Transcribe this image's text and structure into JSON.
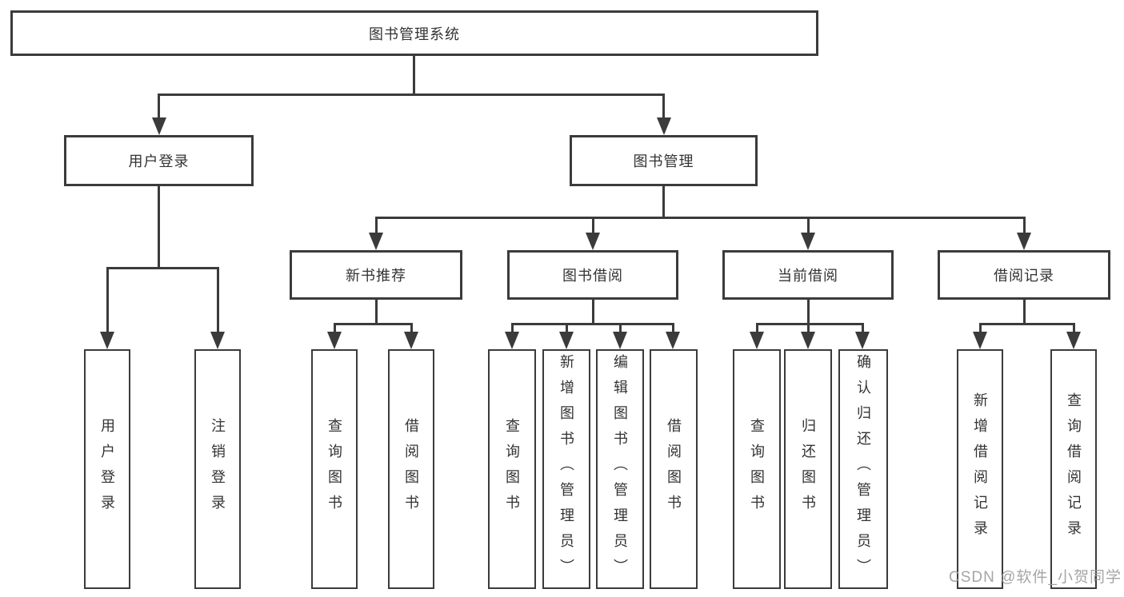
{
  "diagram": {
    "title": "图书管理系统",
    "type": "hierarchy-tree",
    "colors": {
      "background": "#ffffff",
      "line": "#3b3b3b",
      "box_border": "#3b3b3b",
      "box_fill": "#ffffff",
      "text": "#333333",
      "watermark": "#9c9c9c"
    },
    "watermark": "CSDN @软件_小贺同学",
    "nodes": {
      "root": {
        "label": "图书管理系统"
      },
      "user_login": {
        "label": "用户登录"
      },
      "book_mgmt": {
        "label": "图书管理"
      },
      "new_book_rec": {
        "label": "新书推荐"
      },
      "book_borrow": {
        "label": "图书借阅"
      },
      "current_borrow": {
        "label": "当前借阅"
      },
      "borrow_record": {
        "label": "借阅记录"
      },
      "leaf_user_login": {
        "label": "用户登录"
      },
      "leaf_logout": {
        "label": "注销登录"
      },
      "leaf_rec_query": {
        "label": "查询图书"
      },
      "leaf_rec_borrow": {
        "label": "借阅图书"
      },
      "leaf_bb_query": {
        "label": "查询图书"
      },
      "leaf_bb_add": {
        "label": "新增图书（管理员）"
      },
      "leaf_bb_edit": {
        "label": "编辑图书（管理员）"
      },
      "leaf_bb_borrow": {
        "label": "借阅图书"
      },
      "leaf_cb_query": {
        "label": "查询图书"
      },
      "leaf_cb_return": {
        "label": "归还图书"
      },
      "leaf_cb_confirm": {
        "label": "确认归还（管理员）"
      },
      "leaf_br_add": {
        "label": "新增借阅记录"
      },
      "leaf_br_query": {
        "label": "查询借阅记录"
      }
    },
    "tree": {
      "label": "图书管理系统",
      "children": [
        {
          "label": "用户登录",
          "children": [
            {
              "label": "用户登录"
            },
            {
              "label": "注销登录"
            }
          ]
        },
        {
          "label": "图书管理",
          "children": [
            {
              "label": "新书推荐",
              "children": [
                {
                  "label": "查询图书"
                },
                {
                  "label": "借阅图书"
                }
              ]
            },
            {
              "label": "图书借阅",
              "children": [
                {
                  "label": "查询图书"
                },
                {
                  "label": "新增图书（管理员）"
                },
                {
                  "label": "编辑图书（管理员）"
                },
                {
                  "label": "借阅图书"
                }
              ]
            },
            {
              "label": "当前借阅",
              "children": [
                {
                  "label": "查询图书"
                },
                {
                  "label": "归还图书"
                },
                {
                  "label": "确认归还（管理员）"
                }
              ]
            },
            {
              "label": "借阅记录",
              "children": [
                {
                  "label": "新增借阅记录"
                },
                {
                  "label": "查询借阅记录"
                }
              ]
            }
          ]
        }
      ]
    }
  }
}
